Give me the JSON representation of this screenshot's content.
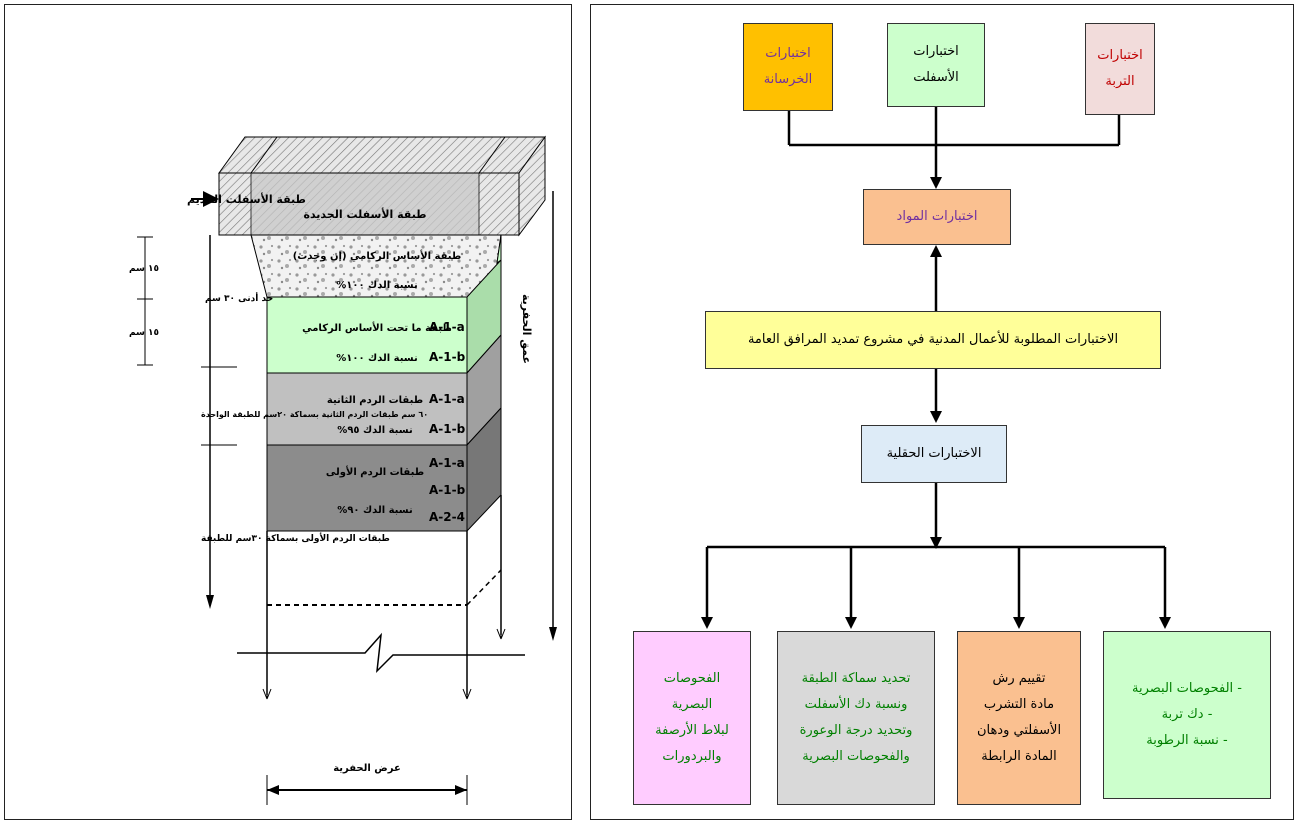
{
  "left": {
    "old_asphalt_layer": "طبقة الأسفلت القديم",
    "new_asphalt_layer": "طبقة الأسفلت الجديدة",
    "base_layer": "طبقة الأساس الركامي (إن وجدت)",
    "base_compaction": "نسبة الدك ١٠٠%",
    "subbase_layer": "طبقة ما تحت الأساس الركامي",
    "subbase_compaction": "نسبة الدك ١٠٠%",
    "subbase_classes": [
      "A-1-a",
      "A-1-b"
    ],
    "second_fill_layer": "طبقات الردم الثانية",
    "second_fill_compaction": "نسبة الدك ٩٥%",
    "second_fill_classes": [
      "A-1-a",
      "A-1-b"
    ],
    "first_fill_layer": "طبقات الردم الأولى",
    "first_fill_compaction": "نسبة الدك ٩٠%",
    "first_fill_classes": [
      "A-1-a",
      "A-1-b",
      "A-2-4"
    ],
    "dim_15cm_top": "١٥ سم",
    "dim_15cm_bottom": "١٥ سم",
    "min_30cm": "حد أدنى ٣٠ سم",
    "second_fill_note": "٦٠ سم طبقات الردم الثانية بسماكة ٢٠سم للطبقة الواحدة",
    "first_fill_note": "طبقات الردم الأولى بسماكة ٣٠سم للطبقة",
    "trench_depth": "عمق الحفرية",
    "trench_width": "عرض الحفرية"
  },
  "flowchart": {
    "top_boxes": [
      {
        "lines": [
          "اختبارات",
          "الخرسانة"
        ],
        "bg": "#FFC000",
        "color": "#7030A0"
      },
      {
        "lines": [
          "اختبارات",
          "الأسفلت"
        ],
        "bg": "#CCFFCC",
        "color": "#000000"
      },
      {
        "lines": [
          "اختبارات",
          "التربة"
        ],
        "bg": "#F2DCDB",
        "color": "#C00000"
      }
    ],
    "materials_tests": {
      "text": "اختبارات المواد",
      "bg": "#FAC090",
      "color": "#7030A0"
    },
    "main_box": {
      "text": "الاختبارات المطلوبة للأعمال المدنية في مشروع تمديد المرافق العامة",
      "bg": "#FFFF99",
      "color": "#000000"
    },
    "field_tests": {
      "text": "الاختبارات الحقلية",
      "bg": "#DDEBF7",
      "color": "#000000"
    },
    "bottom_boxes": [
      {
        "lines": [
          "الفحوصات",
          "البصرية",
          "لبلاط الأرصفة",
          "والبردورات"
        ],
        "bg": "#FFCCFF",
        "color": "#008000"
      },
      {
        "lines": [
          "تحديد سماكة الطبقة",
          "ونسبة دك الأسفلت",
          "وتحديد درجة الوعورة",
          "والفحوصات البصرية"
        ],
        "bg": "#D9D9D9",
        "color": "#008000"
      },
      {
        "lines": [
          "تقييم رش",
          "مادة التشرب",
          "الأسفلتي ودهان",
          "المادة الرابطة"
        ],
        "bg": "#FAC090",
        "color": "#000000"
      },
      {
        "lines": [
          "- الفحوصات البصرية",
          "- دك تربة",
          "- نسبة الرطوبة"
        ],
        "bg": "#CCFFCC",
        "color": "#008000"
      }
    ]
  }
}
